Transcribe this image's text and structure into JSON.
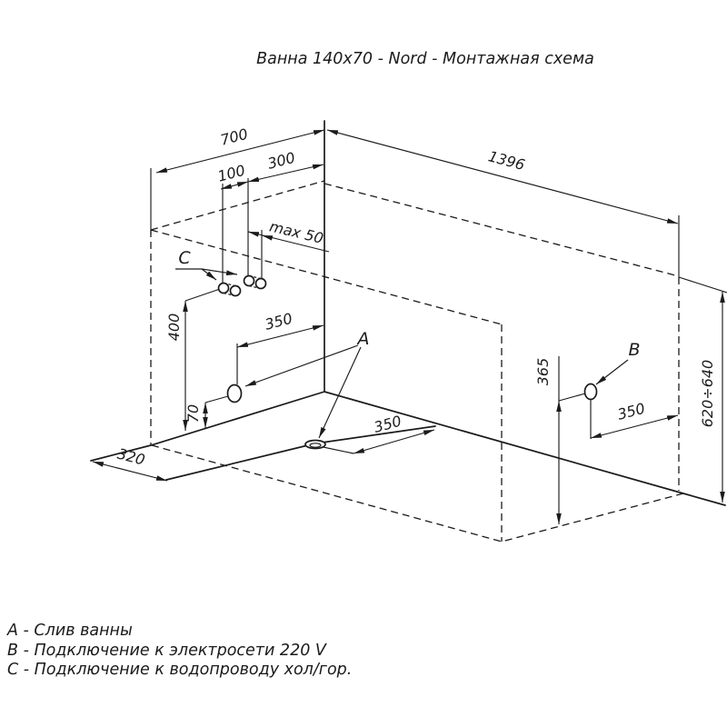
{
  "title": "Ванна 140x70 - Nord - Монтажная схема",
  "point_labels": {
    "drain": "A",
    "power": "B",
    "water": "C"
  },
  "dimensions": {
    "wall_width": "700",
    "tub_length": "1396",
    "pipe_offset": "100",
    "pipe_to_corner": "300",
    "pipe_pair_gap": "max 50",
    "drain_wall_offset": "350",
    "pipes_height": "400",
    "drain_wall_height": "70",
    "floor_strip": "320",
    "drain_floor_offset": "350",
    "outlet_height": "365",
    "outlet_offset": "350",
    "tub_height_range": "620÷640"
  },
  "legend": {
    "drain": "A - Слив ванны",
    "power": "B - Подключение к электросети 220 V",
    "water": "C - Подключение к водопроводу хол/гор."
  }
}
